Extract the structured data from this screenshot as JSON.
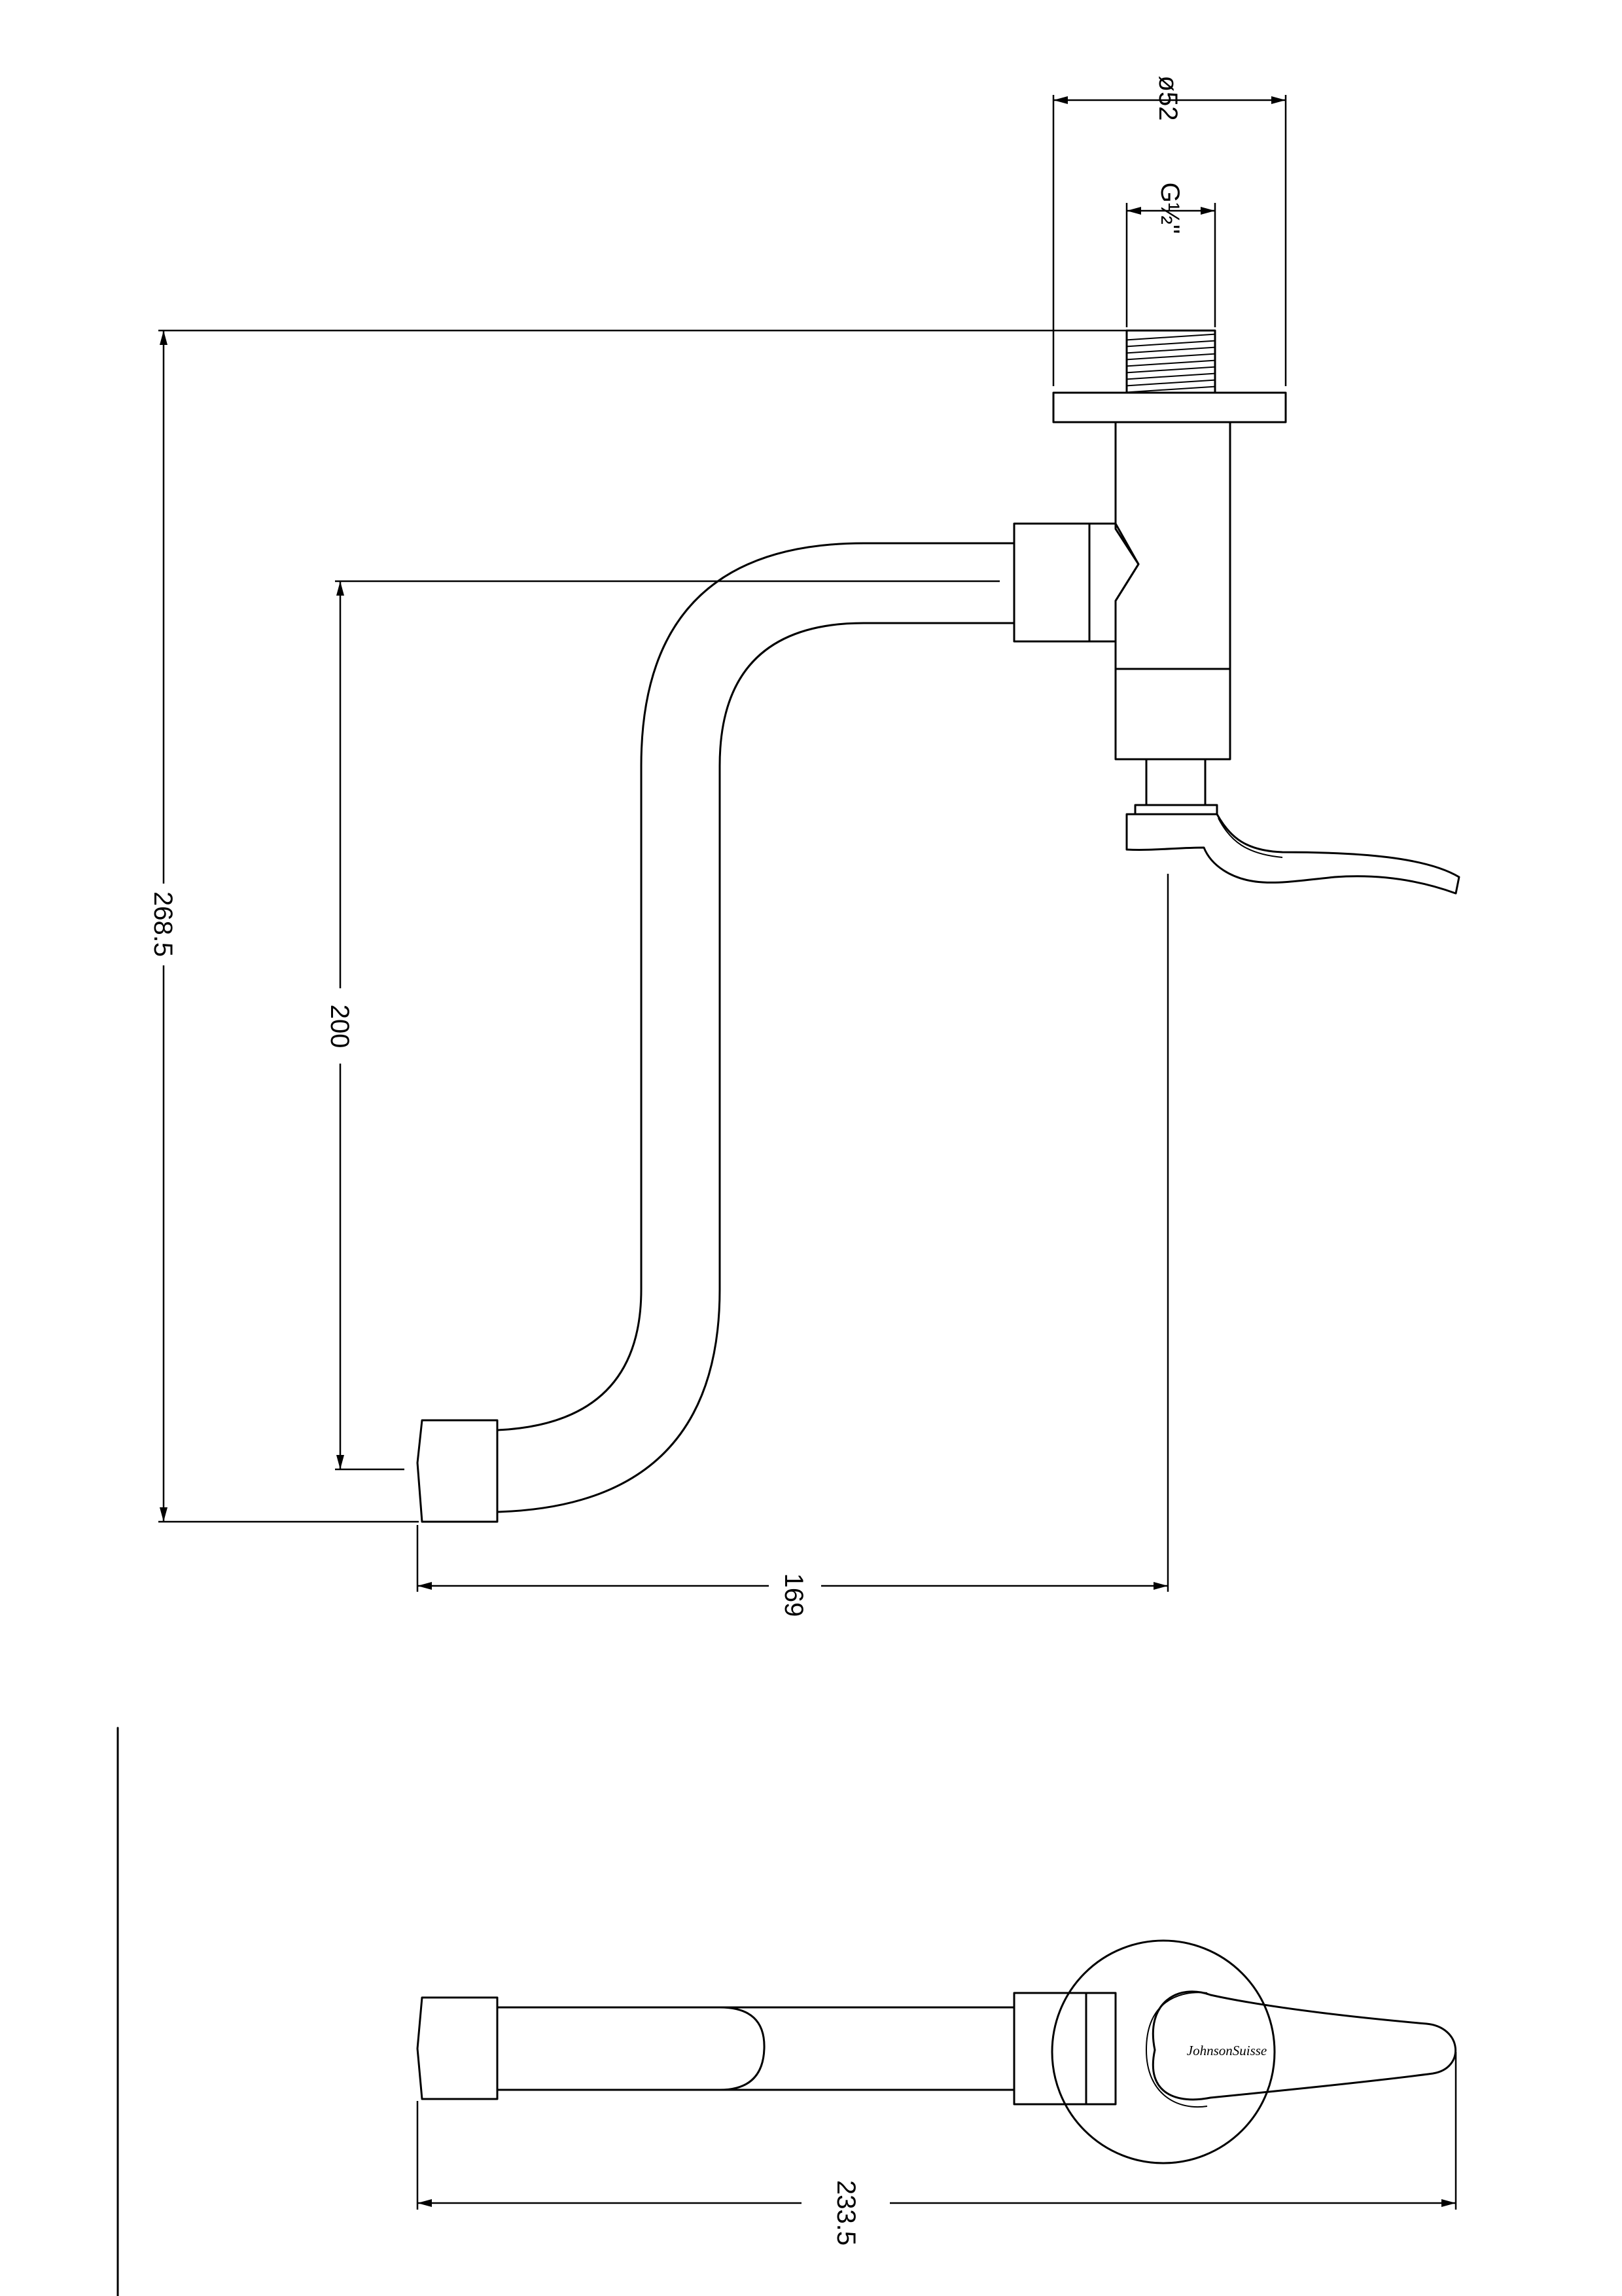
{
  "dimensions": {
    "diameter": "ø52",
    "thread": "G½\"",
    "overall_height": "268.5",
    "spout_drop": "200",
    "spout_reach": "169",
    "overall_length": "233.5"
  },
  "brand": "JohnsonSuisse"
}
